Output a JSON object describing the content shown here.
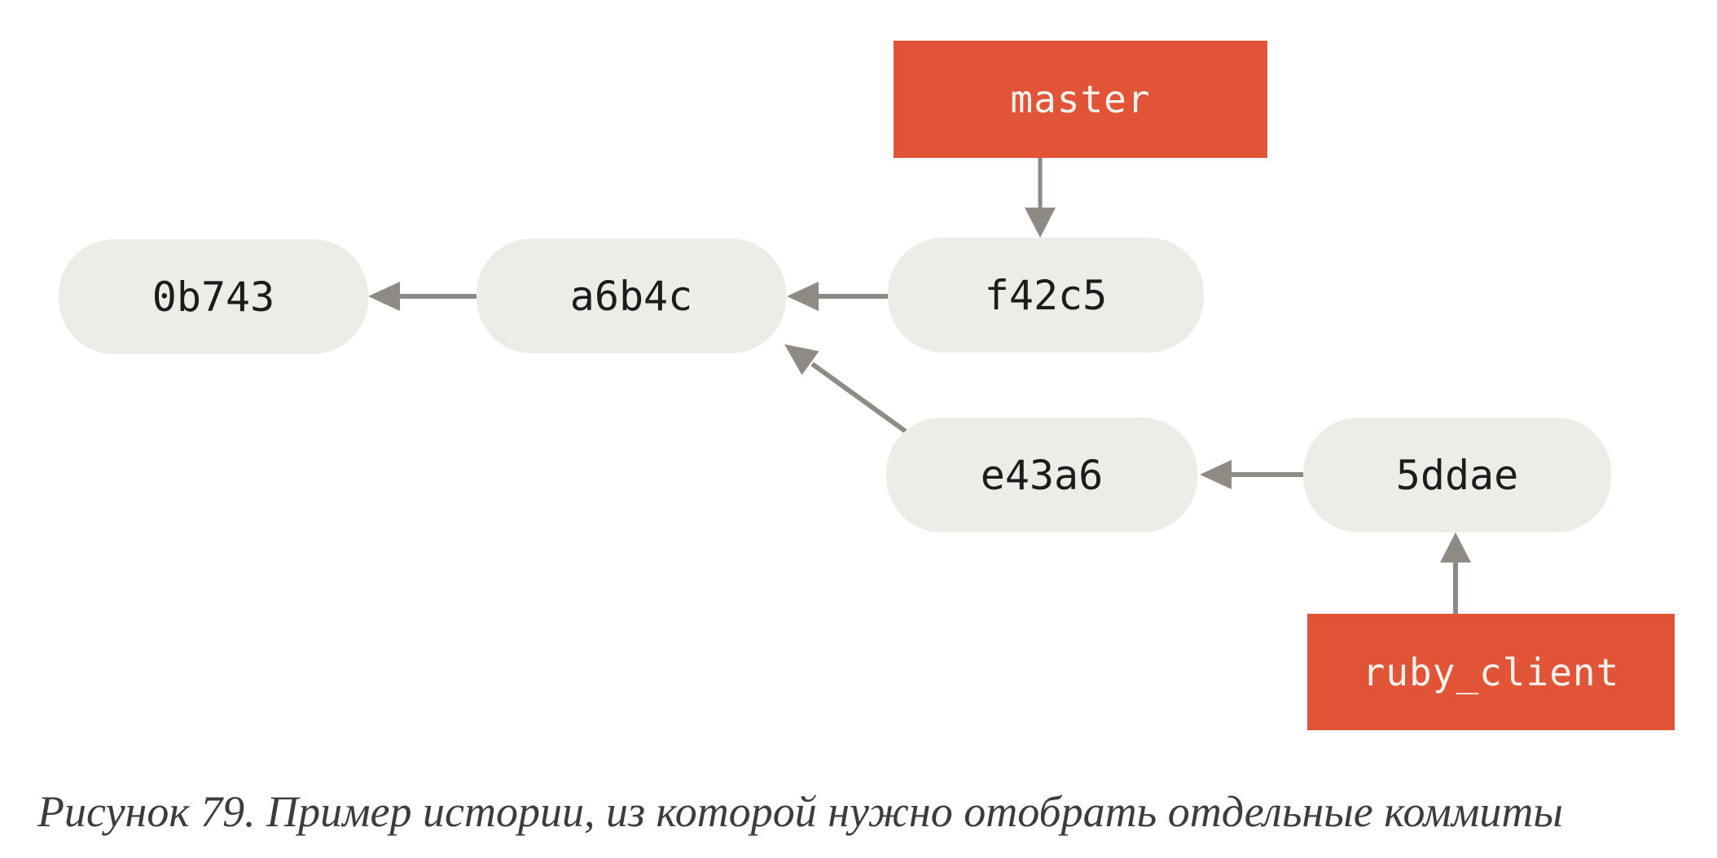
{
  "diagram": {
    "type": "git-commit-history-graph",
    "commits": [
      {
        "id": "0b743"
      },
      {
        "id": "a6b4c"
      },
      {
        "id": "f42c5"
      },
      {
        "id": "e43a6"
      },
      {
        "id": "5ddae"
      }
    ],
    "branches": [
      {
        "name": "master",
        "points_to": "f42c5"
      },
      {
        "name": "ruby_client",
        "points_to": "5ddae"
      }
    ],
    "edges": [
      {
        "from": "master",
        "to": "f42c5",
        "kind": "branch-pointer"
      },
      {
        "from": "f42c5",
        "to": "a6b4c",
        "kind": "parent"
      },
      {
        "from": "a6b4c",
        "to": "0b743",
        "kind": "parent"
      },
      {
        "from": "e43a6",
        "to": "a6b4c",
        "kind": "parent"
      },
      {
        "from": "5ddae",
        "to": "e43a6",
        "kind": "parent"
      },
      {
        "from": "ruby_client",
        "to": "5ddae",
        "kind": "branch-pointer"
      }
    ],
    "colors": {
      "background": "#ffffff",
      "branch_box": "#e15438",
      "branch_text": "#f4f2ed",
      "commit_node_fill": "#edece7",
      "commit_text": "#1c1c1c",
      "arrow": "#8f8b84",
      "caption_text": "#3c3c3c"
    }
  },
  "figure_caption": {
    "text": "Рисунок 79. Пример истории, из которой нужно отобрать отдельные коммиты"
  }
}
